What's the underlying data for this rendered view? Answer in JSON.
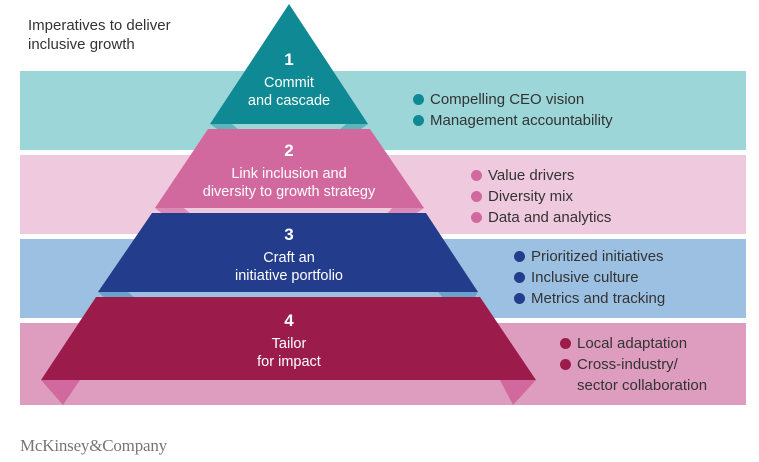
{
  "title": "Imperatives to deliver inclusive growth",
  "title_lines": [
    "Imperatives to deliver",
    "inclusive growth"
  ],
  "levels": [
    {
      "number": "1",
      "label_lines": [
        "Commit",
        "and cascade"
      ],
      "color": "#0F8A94",
      "band_color": "#9CD6D8",
      "dot_color": "#0F8A94",
      "bullets": [
        "Compelling CEO vision",
        "Management accountability"
      ]
    },
    {
      "number": "2",
      "label_lines": [
        "Link inclusion and",
        "diversity to growth strategy"
      ],
      "color": "#D2699E",
      "band_color": "#EFCADF",
      "dot_color": "#D2699E",
      "bullets": [
        "Value drivers",
        "Diversity mix",
        "Data and analytics"
      ]
    },
    {
      "number": "3",
      "label_lines": [
        "Craft an",
        "initiative portfolio"
      ],
      "color": "#233C8C",
      "band_color": "#9CC0E2",
      "dot_color": "#233C8C",
      "bullets": [
        "Prioritized initiatives",
        "Inclusive culture",
        "Metrics and tracking"
      ]
    },
    {
      "number": "4",
      "label_lines": [
        "Tailor",
        "for impact"
      ],
      "color": "#9B1C4B",
      "band_color": "#DE9DBF",
      "dot_color": "#9B1C4B",
      "bullets": [
        "Local adaptation",
        "Cross-industry/ sector collaboration"
      ],
      "bullet_lines": [
        [
          "Local adaptation"
        ],
        [
          "Cross-industry/",
          "sector collaboration"
        ]
      ]
    }
  ],
  "footer": {
    "logo": "McKinsey&Company"
  }
}
